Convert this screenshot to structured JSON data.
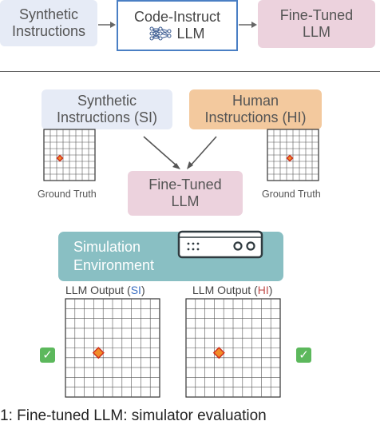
{
  "top_row": {
    "synthetic": "Synthetic\nInstructions",
    "code_instruct": "Code-Instruct",
    "llm": "LLM",
    "fine_tuned": "Fine-Tuned\nLLM"
  },
  "bottom": {
    "si_box": "Synthetic\nInstructions (SI)",
    "hi_box": "Human\nInstructions (HI)",
    "fine_tuned": "Fine-Tuned\nLLM",
    "ground_truth_left": "Ground Truth",
    "ground_truth_right": "Ground Truth",
    "simulation": "Simulation\nEnvironment",
    "output_si_prefix": "LLM Output (",
    "output_si_tag": "SI",
    "output_hi_prefix": "LLM Output (",
    "output_hi_tag": "HI",
    "output_suffix": ")",
    "check_left": "✓",
    "check_right": "✓"
  },
  "caption": "1: Fine-tuned LLM:  simulator evaluation",
  "colors": {
    "synthetic_bg": "#e6ebf6",
    "human_bg": "#f3c99e",
    "finetuned_bg": "#ecd2dd",
    "sim_bg": "#89bfc3",
    "code_border": "#4a7fc4",
    "marker_fill": "#f28c28",
    "marker_stroke": "#d0301c",
    "check": "#5cb85c"
  },
  "icons": [
    "neural-network-icon",
    "console-icon",
    "checkmark-icon"
  ]
}
